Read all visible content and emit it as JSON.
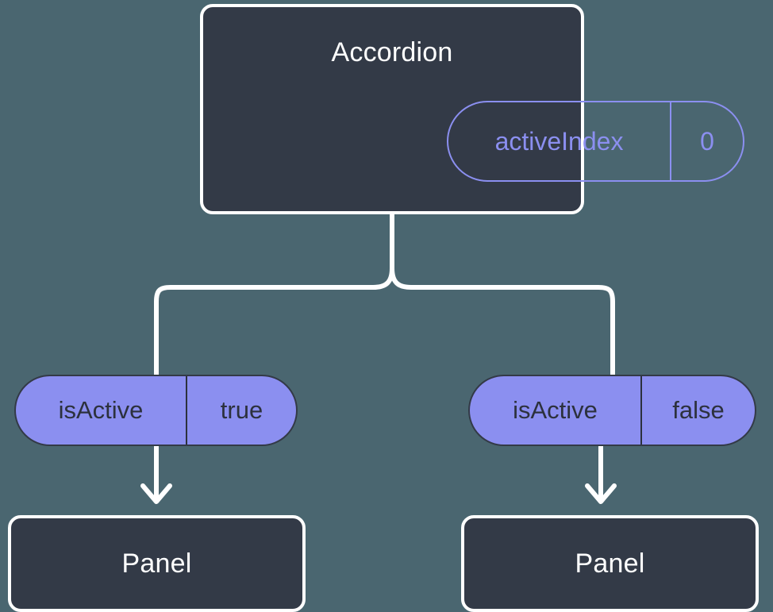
{
  "diagram": {
    "type": "component-state-tree",
    "background_color": "#4a6670",
    "node_color": "#333a47",
    "node_border_color": "#ffffff",
    "accent_color": "#8b8ff0",
    "connector_color": "#ffffff"
  },
  "root": {
    "title": "Accordion",
    "state_badge": {
      "key": "activeIndex",
      "value": "0"
    }
  },
  "branches": [
    {
      "prop_badge": {
        "key": "isActive",
        "value": "true"
      },
      "child": {
        "title": "Panel"
      }
    },
    {
      "prop_badge": {
        "key": "isActive",
        "value": "false"
      },
      "child": {
        "title": "Panel"
      }
    }
  ]
}
